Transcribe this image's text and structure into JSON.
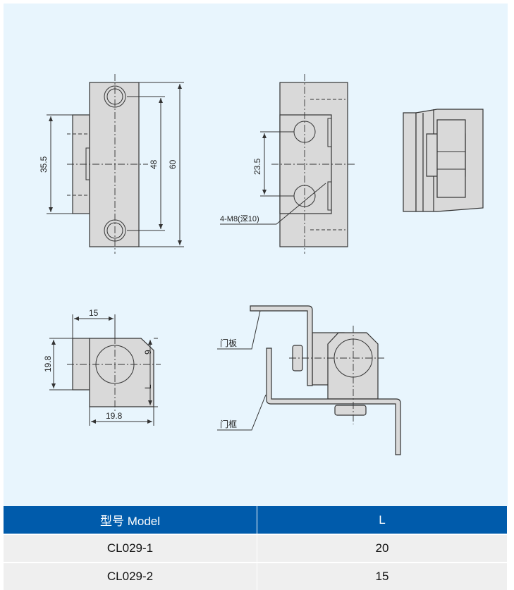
{
  "drawing": {
    "dims": {
      "d35_5": "35.5",
      "d48": "48",
      "d60": "60",
      "d23_5": "23.5",
      "d15": "15",
      "d19_8_v": "19.8",
      "d9": "9",
      "dL": "L",
      "d19_8_h": "19.8"
    },
    "callouts": {
      "thread": "4-M8(深10)",
      "door_panel": "门板",
      "door_frame": "门框"
    }
  },
  "table": {
    "headers": [
      "型号 Model",
      "L"
    ],
    "rows": [
      [
        "CL029-1",
        "20"
      ],
      [
        "CL029-2",
        "15"
      ]
    ],
    "header_color": "#005bab"
  }
}
